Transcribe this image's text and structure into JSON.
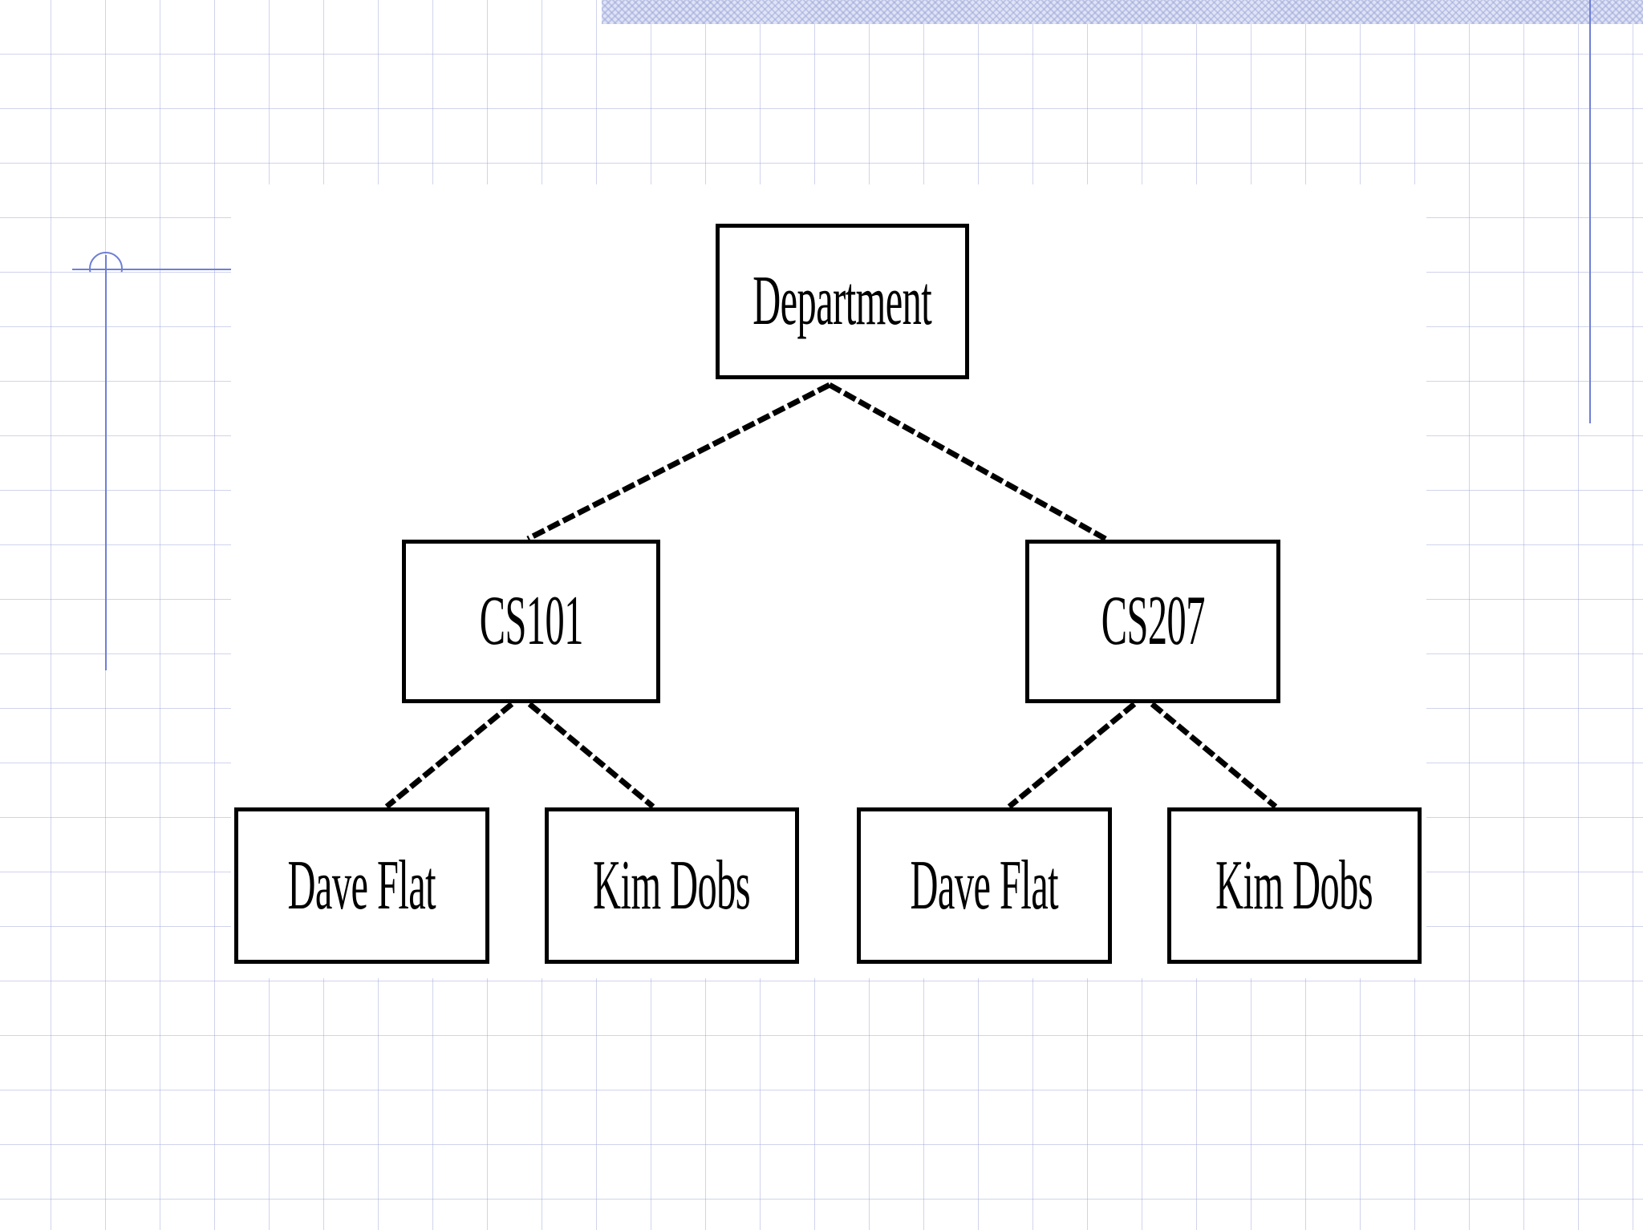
{
  "diagram": {
    "type": "tree",
    "colors": {
      "node_border": "#000000",
      "connector": "#000000",
      "grid": "#96a0d7",
      "accent_line": "#6f7fd6"
    },
    "nodes": {
      "root": {
        "label": "Department"
      },
      "cs101": {
        "label": "CS101"
      },
      "cs207": {
        "label": "CS207"
      },
      "cs101_child_1": {
        "label": "Dave Flat"
      },
      "cs101_child_2": {
        "label": "Kim Dobs"
      },
      "cs207_child_1": {
        "label": "Dave Flat"
      },
      "cs207_child_2": {
        "label": "Kim Dobs"
      }
    },
    "edges": [
      [
        "root",
        "cs101"
      ],
      [
        "root",
        "cs207"
      ],
      [
        "cs101",
        "cs101_child_1"
      ],
      [
        "cs101",
        "cs101_child_2"
      ],
      [
        "cs207",
        "cs207_child_1"
      ],
      [
        "cs207",
        "cs207_child_2"
      ]
    ]
  }
}
